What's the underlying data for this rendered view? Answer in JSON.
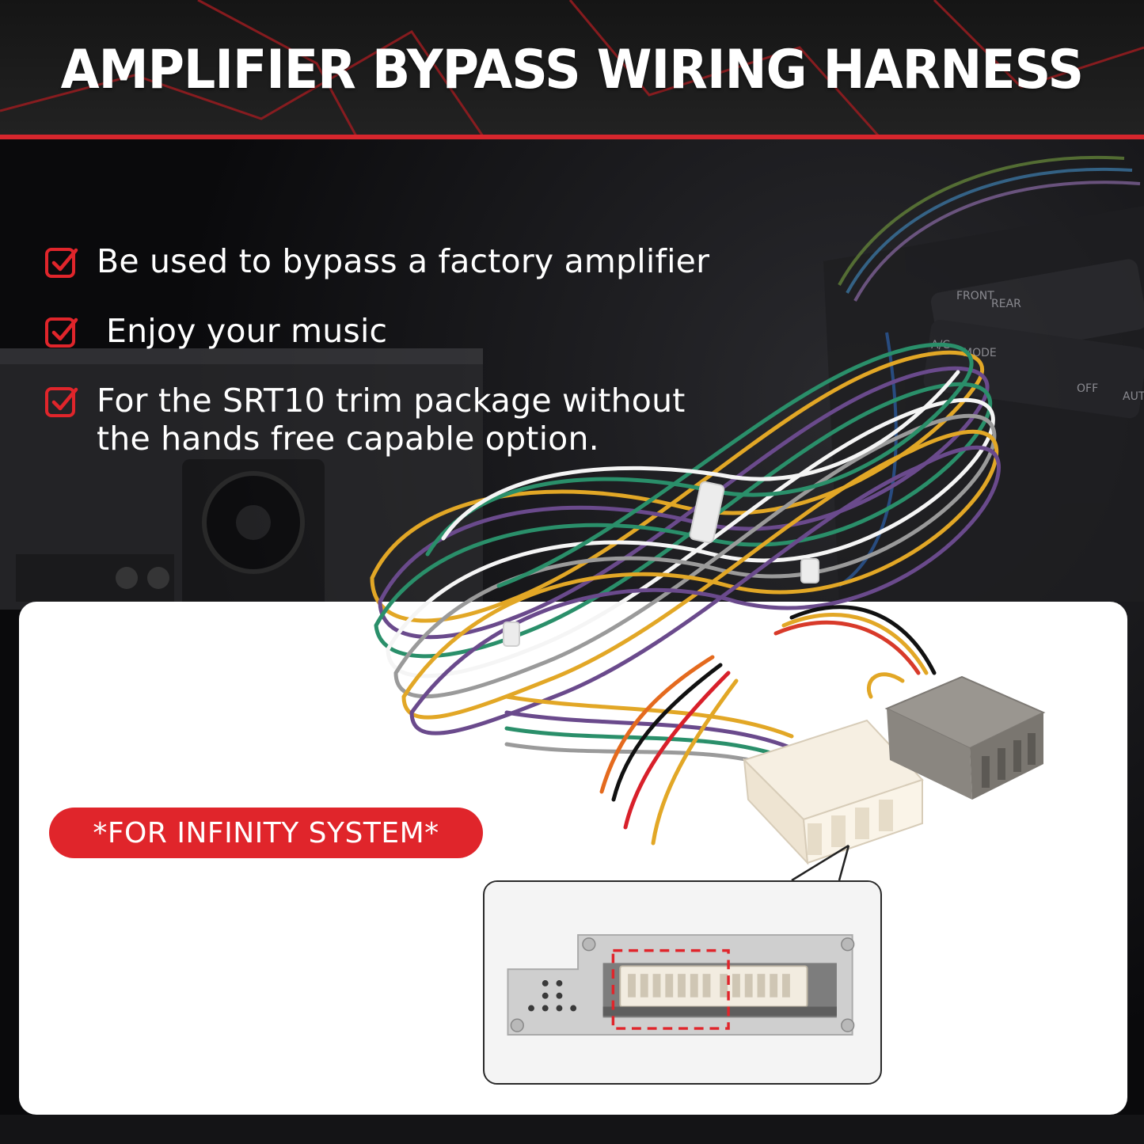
{
  "header": {
    "title": "AMPLIFIER BYPASS WIRING HARNESS"
  },
  "features": [
    {
      "icon": "checkbox-icon",
      "text": "Be used to bypass a factory amplifier"
    },
    {
      "icon": "checkbox-icon",
      "text": "Enjoy your music"
    },
    {
      "icon": "checkbox-icon",
      "line1": "For the SRT10 trim package without",
      "line2": "the hands free capable option."
    }
  ],
  "badge": {
    "text": "*FOR INFINITY SYSTEM*"
  },
  "dashboard_labels": {
    "front": "FRONT",
    "rear": "REAR",
    "ac": "A/C",
    "mode": "MODE",
    "off": "OFF",
    "auto": "AUTO"
  },
  "colors": {
    "accent": "#d7262d",
    "badge": "#e0252b",
    "background": "#0c0c0e",
    "panel": "#ffffff"
  }
}
